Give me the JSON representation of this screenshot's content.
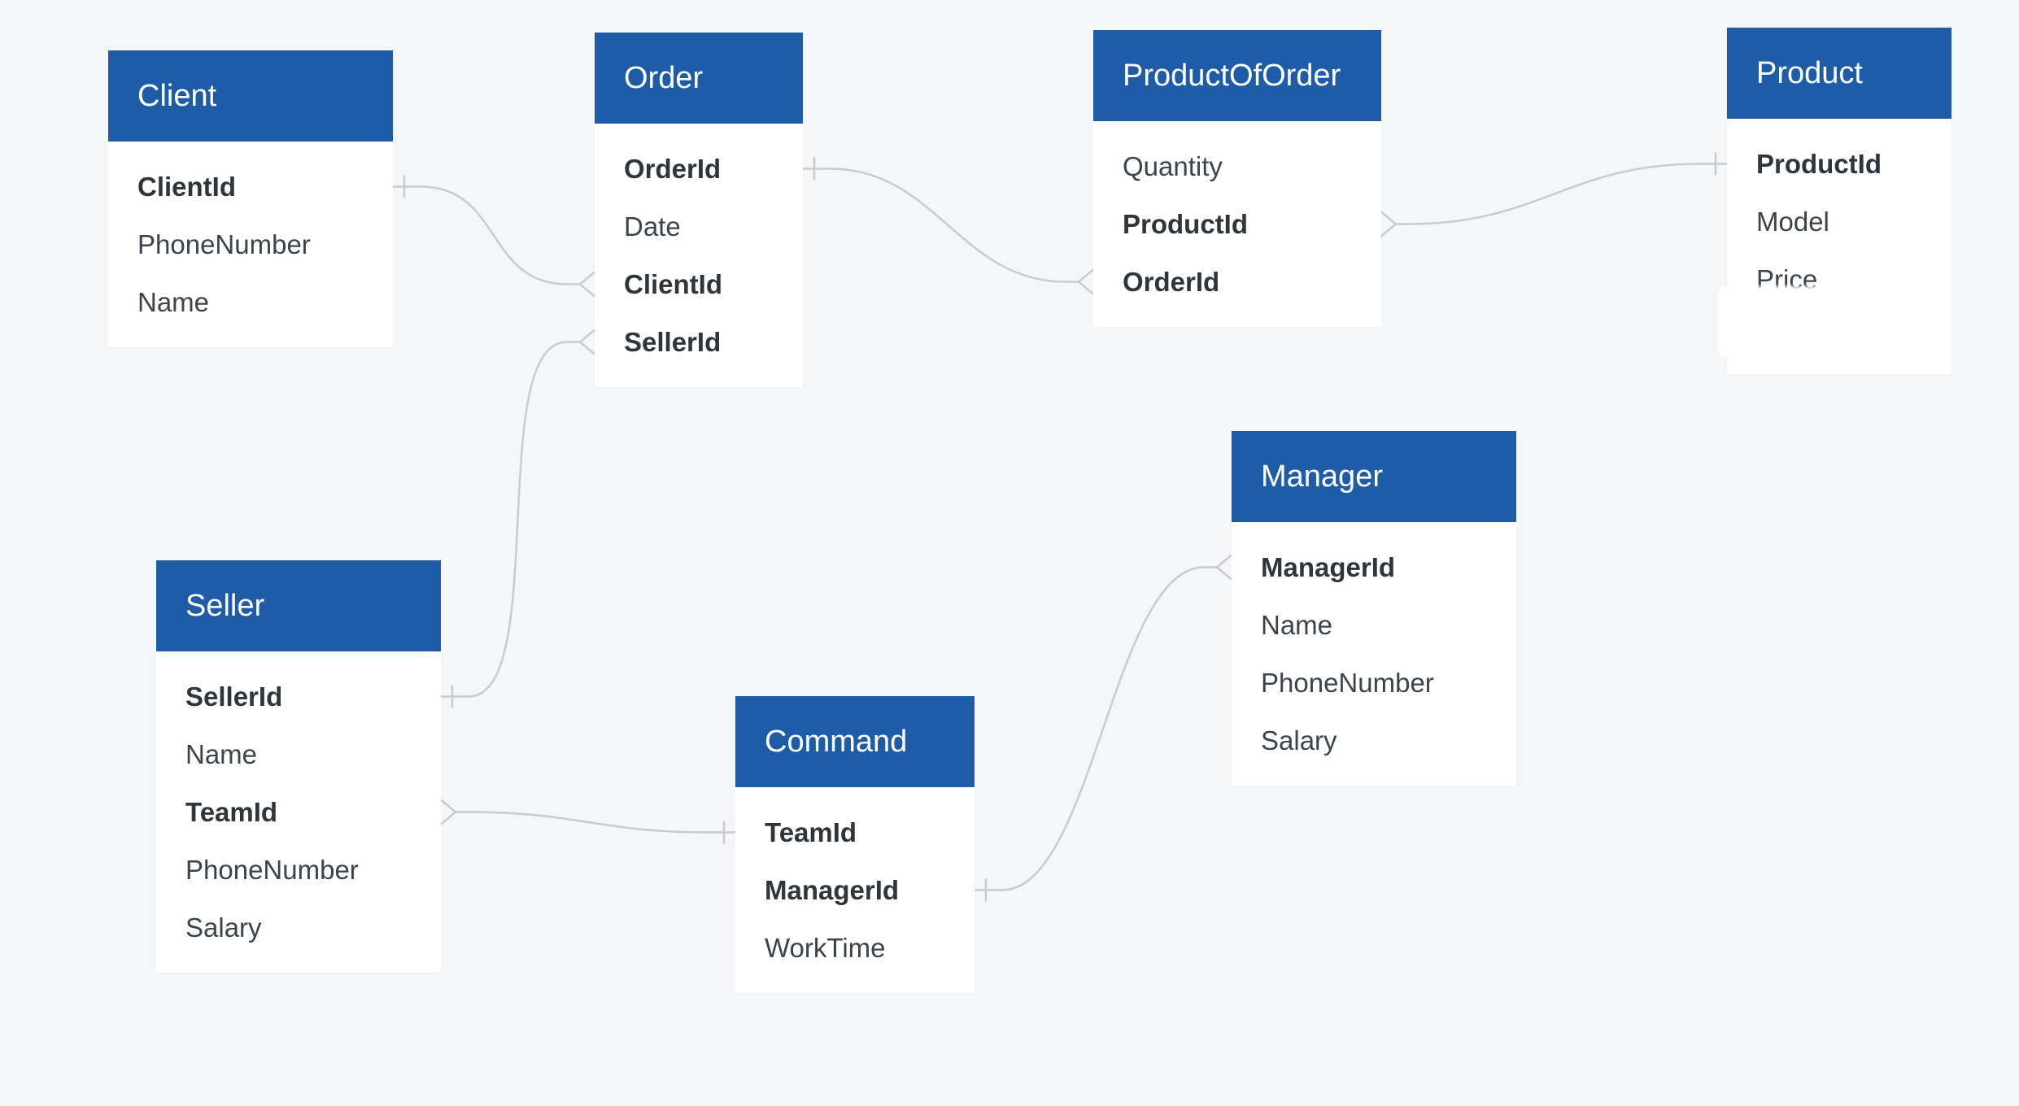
{
  "colors": {
    "header_bg": "#1f5ca8",
    "header_text": "#ffffff",
    "field_text": "#3d4449",
    "key_text": "#2e363c",
    "connector": "#c8cbcf",
    "canvas_bg": "#f4f6f7",
    "card_bg": "#ffffff"
  },
  "entities": {
    "client": {
      "title": "Client",
      "fields": [
        {
          "name": "ClientId",
          "key": true
        },
        {
          "name": "PhoneNumber",
          "key": false
        },
        {
          "name": "Name",
          "key": false
        }
      ]
    },
    "order": {
      "title": "Order",
      "fields": [
        {
          "name": "OrderId",
          "key": true
        },
        {
          "name": "Date",
          "key": false
        },
        {
          "name": "ClientId",
          "key": true
        },
        {
          "name": "SellerId",
          "key": true
        }
      ]
    },
    "product_of_order": {
      "title": "ProductOfOrder",
      "fields": [
        {
          "name": "Quantity",
          "key": false
        },
        {
          "name": "ProductId",
          "key": true
        },
        {
          "name": "OrderId",
          "key": true
        }
      ]
    },
    "product": {
      "title": "Product",
      "fields": [
        {
          "name": "ProductId",
          "key": true
        },
        {
          "name": "Model",
          "key": false
        },
        {
          "name": "Price",
          "key": false
        }
      ]
    },
    "manager": {
      "title": "Manager",
      "fields": [
        {
          "name": "ManagerId",
          "key": true
        },
        {
          "name": "Name",
          "key": false
        },
        {
          "name": "PhoneNumber",
          "key": false
        },
        {
          "name": "Salary",
          "key": false
        }
      ]
    },
    "seller": {
      "title": "Seller",
      "fields": [
        {
          "name": "SellerId",
          "key": true
        },
        {
          "name": "Name",
          "key": false
        },
        {
          "name": "TeamId",
          "key": true
        },
        {
          "name": "PhoneNumber",
          "key": false
        },
        {
          "name": "Salary",
          "key": false
        }
      ]
    },
    "command": {
      "title": "Command",
      "fields": [
        {
          "name": "TeamId",
          "key": true
        },
        {
          "name": "ManagerId",
          "key": true
        },
        {
          "name": "WorkTime",
          "key": false
        }
      ]
    }
  },
  "relationships": [
    {
      "from_entity": "client",
      "from_field": "ClientId",
      "from_end": "one",
      "to_entity": "order",
      "to_field": "ClientId",
      "to_end": "many"
    },
    {
      "from_entity": "order",
      "from_field": "OrderId",
      "from_end": "one",
      "to_entity": "product_of_order",
      "to_field": "OrderId",
      "to_end": "many"
    },
    {
      "from_entity": "product",
      "from_field": "ProductId",
      "from_end": "one",
      "to_entity": "product_of_order",
      "to_field": "ProductId",
      "to_end": "many"
    },
    {
      "from_entity": "seller",
      "from_field": "SellerId",
      "from_end": "one",
      "to_entity": "order",
      "to_field": "SellerId",
      "to_end": "many"
    },
    {
      "from_entity": "command",
      "from_field": "TeamId",
      "from_end": "one",
      "to_entity": "seller",
      "to_field": "TeamId",
      "to_end": "many"
    },
    {
      "from_entity": "command",
      "from_field": "ManagerId",
      "from_end": "one",
      "to_entity": "manager",
      "to_field": "ManagerId",
      "to_end": "many"
    }
  ]
}
